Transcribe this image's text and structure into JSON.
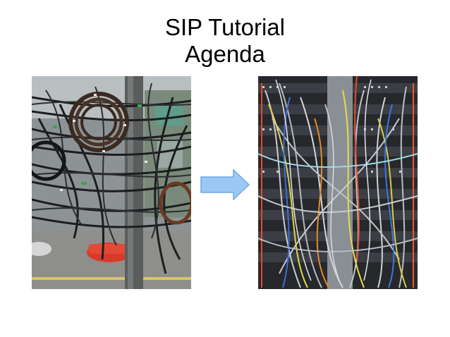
{
  "slide": {
    "title_line1": "SIP Tutorial",
    "title_line2": "Agenda"
  },
  "images": {
    "left": "tangled-utility-pole-cables-photo",
    "right": "tangled-server-rack-cables-photo"
  },
  "arrow": {
    "fill": "#9cc8f4",
    "stroke": "#6fa9e6",
    "icon": "right-arrow-icon"
  }
}
